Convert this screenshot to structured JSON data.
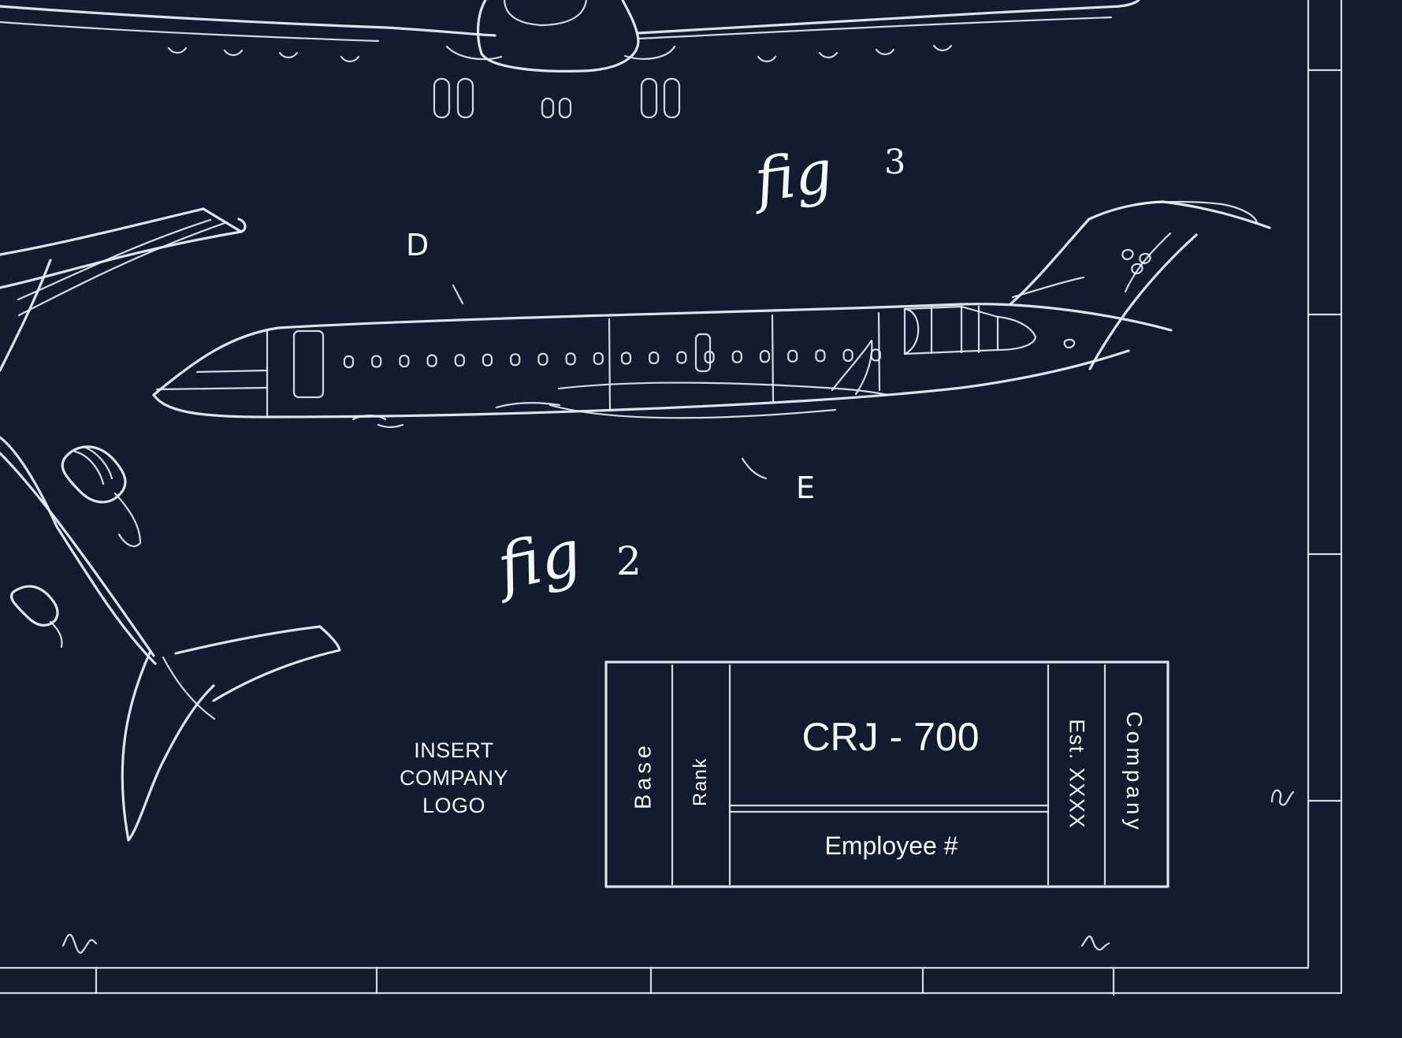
{
  "callouts": {
    "d": "D",
    "e": "E"
  },
  "figures": {
    "fig3_text": "fig",
    "fig3_number": "3",
    "fig2_text": "fig",
    "fig2_number": "2"
  },
  "logo_placeholder": {
    "line1": "INSERT",
    "line2": "COMPANY",
    "line3": "LOGO"
  },
  "title_block": {
    "base": "Base",
    "rank": "Rank",
    "model": "CRJ - 700",
    "employee": "Employee #",
    "established": "Est. XXXX",
    "company": "Company"
  },
  "colors": {
    "background": "#121b30",
    "ink": "#e9eef6"
  },
  "icons": {
    "top_view": "airplane-front-view-icon",
    "side_view": "airplane-side-view-icon",
    "top_down_view": "airplane-top-view-icon"
  }
}
